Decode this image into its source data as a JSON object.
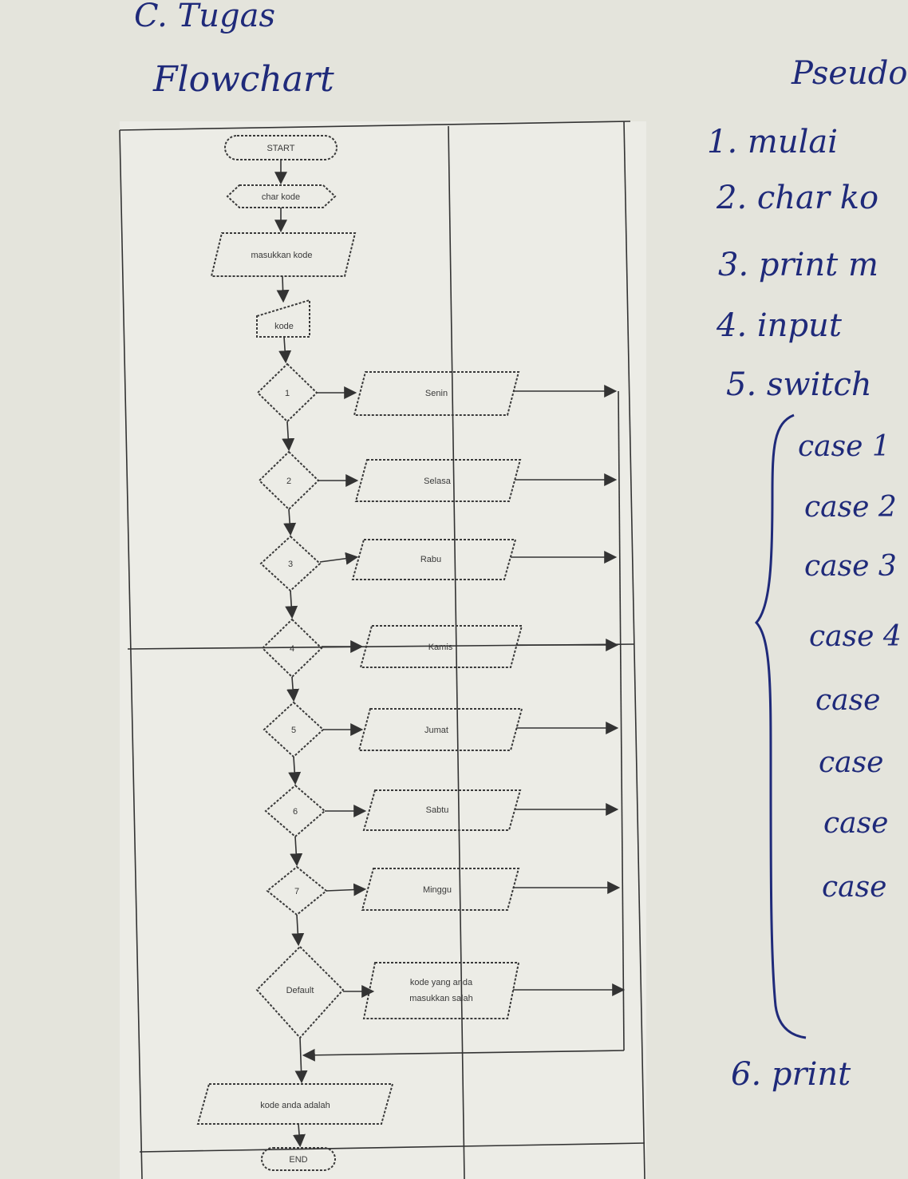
{
  "header": {
    "section": "C. Tugas",
    "flowchart_title": "Flowchart",
    "pseudo_title": "Pseudo"
  },
  "flowchart": {
    "start": "START",
    "declare": "char kode",
    "prompt": "masukkan kode",
    "input": "kode",
    "cases": [
      {
        "key": "1",
        "output": "Senin"
      },
      {
        "key": "2",
        "output": "Selasa"
      },
      {
        "key": "3",
        "output": "Rabu"
      },
      {
        "key": "4",
        "output": "Kamis"
      },
      {
        "key": "5",
        "output": "Jumat"
      },
      {
        "key": "6",
        "output": "Sabtu"
      },
      {
        "key": "7",
        "output": "Minggu"
      }
    ],
    "default_key": "Default",
    "default_output_line1": "kode yang anda",
    "default_output_line2": "masukkan salah",
    "final_output": "kode anda adalah",
    "end": "END"
  },
  "pseudocode": {
    "steps": [
      {
        "num": "1.",
        "text": "mulai"
      },
      {
        "num": "2.",
        "text": "char ko"
      },
      {
        "num": "3.",
        "text": "print m"
      },
      {
        "num": "4.",
        "text": "input"
      },
      {
        "num": "5.",
        "text": "switch"
      },
      {
        "num": "6.",
        "text": "print"
      }
    ],
    "cases": [
      "case 1",
      "case 2",
      "case 3",
      "case 4",
      "case",
      "case",
      "case",
      "case"
    ]
  }
}
